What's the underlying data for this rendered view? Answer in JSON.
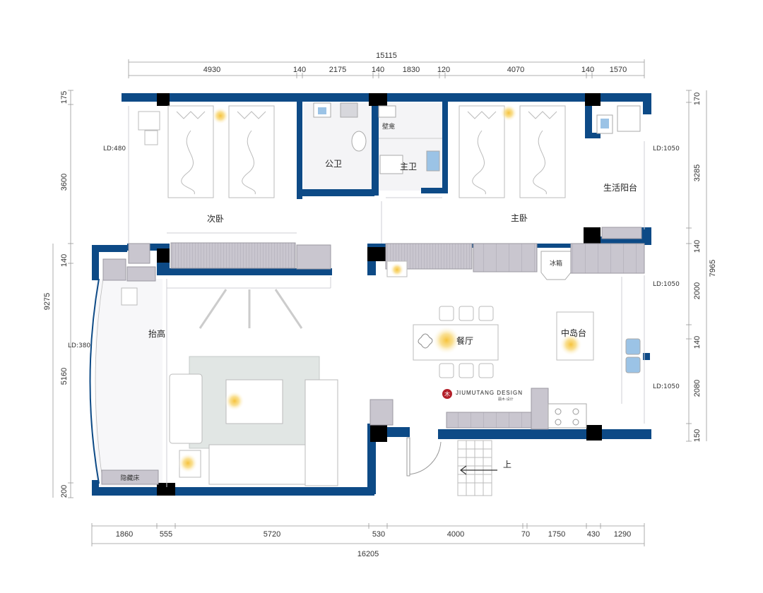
{
  "dimensions": {
    "top_total": "15115",
    "top": [
      "4930",
      "140",
      "2175",
      "140",
      "1830",
      "120",
      "4070",
      "140",
      "1570"
    ],
    "bottom_total": "16205",
    "bottom": [
      "1860",
      "555",
      "5720",
      "530",
      "4000",
      "70",
      "1750",
      "430",
      "1290"
    ],
    "left_total": "9275",
    "left": [
      "175",
      "3600",
      "140",
      "5160",
      "200"
    ],
    "right_total": "7965",
    "right": [
      "170",
      "3285",
      "140",
      "2000",
      "140",
      "2080",
      "150"
    ]
  },
  "annotations": {
    "ld_480": "LD:480",
    "ld_380": "LD:380",
    "ld_1050_a": "LD:1050",
    "ld_1050_b": "LD:1050",
    "ld_1050_c": "LD:1050"
  },
  "rooms": {
    "second_bedroom": "次卧",
    "public_bath": "公卫",
    "master_bath": "主卫",
    "wall_cabinet": "壁龛",
    "master_bedroom": "主卧",
    "utility_balcony": "生活阳台",
    "raised_floor": "抬高",
    "dining": "餐厅",
    "island": "中岛台",
    "hidden_bed": "隐藏床",
    "fridge": "冰箱",
    "stairs_up": "上"
  },
  "brand": {
    "name": "JIUMUTANG DESIGN",
    "sub": "囍木·设计"
  },
  "colors": {
    "wall": "#0d4a86",
    "column": "#000000",
    "cabinet": "#c9c6cf",
    "rug": "#e1e6e4",
    "light": "#f4c542"
  }
}
